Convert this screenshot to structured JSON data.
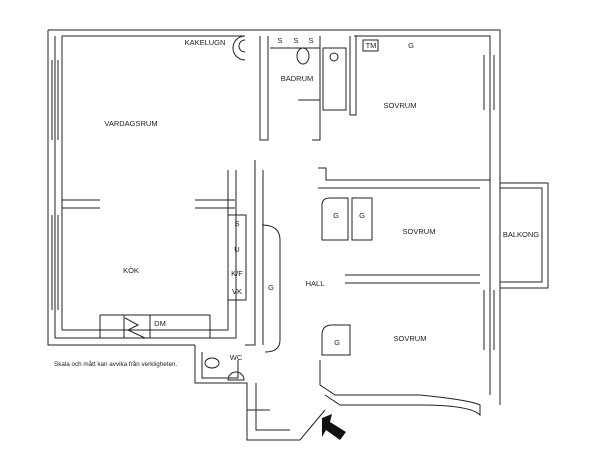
{
  "rooms": {
    "kakelugn": "KAKELUGN",
    "badrum": "BADRUM",
    "vardagsrum": "VARDAGSRUM",
    "sovrum_1": "SOVRUM",
    "sovrum_2": "SOVRUM",
    "sovrum_3": "SOVRUM",
    "kok": "KÖK",
    "hall": "HALL",
    "balkong": "BALKONG",
    "wc": "WC"
  },
  "fixtures": {
    "s1": "S",
    "s2": "S",
    "s3": "S",
    "tm": "TM",
    "g_top": "G",
    "kitchen_s": "S",
    "kitchen_u": "U",
    "kitchen_kf": "K/F",
    "kitchen_vk": "VK",
    "dm": "DM",
    "g_hall": "G",
    "g_bed2a": "G",
    "g_bed2b": "G",
    "g_bed3": "G"
  },
  "note": "Skala och mått kan avvika från verkligheten."
}
